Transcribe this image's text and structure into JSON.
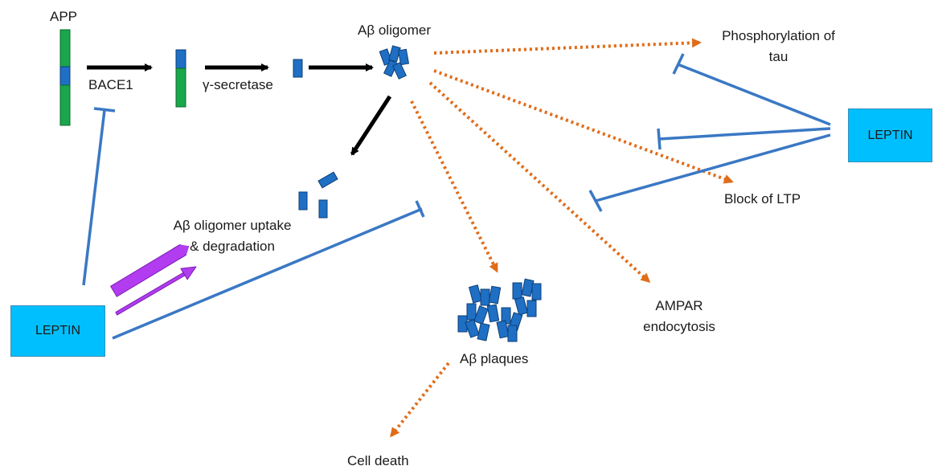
{
  "labels": {
    "app": "APP",
    "bace1": "BACE1",
    "gamma_secretase": "γ-secretase",
    "abeta_oligomer": "Aβ oligomer",
    "phosphorylation_line1": "Phosphorylation of",
    "phosphorylation_line2": "tau",
    "block_ltp": "Block of LTP",
    "uptake_line1": "Aβ oligomer uptake",
    "uptake_line2": "& degradation",
    "ampar_line1": "AMPAR",
    "ampar_line2": "endocytosis",
    "abeta_plaques": "Aβ plaques",
    "cell_death": "Cell death",
    "leptin_right": "LEPTIN",
    "leptin_left": "LEPTIN"
  },
  "colors": {
    "app_green": "#1aa64b",
    "abeta_blue": "#1f6fc4",
    "leptin_fill": "#00bfff",
    "inhibit_blue": "#3a78c4",
    "promote_orange": "#e06c1a",
    "uptake_purple": "#b23cf0",
    "process_black": "#000000"
  }
}
